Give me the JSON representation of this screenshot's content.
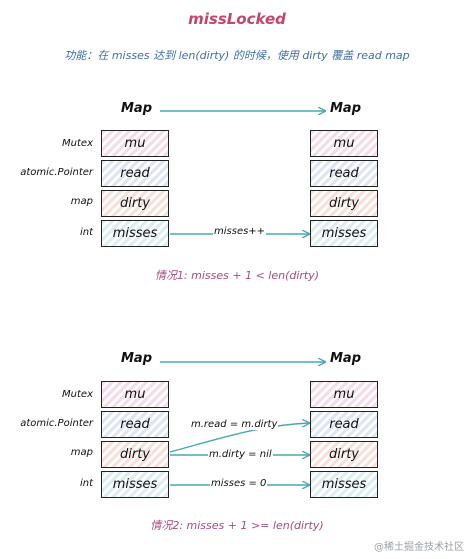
{
  "title": "missLocked",
  "description": "功能：在 misses 达到 len(dirty) 的时候，使用 dirty 覆盖 read map",
  "row_labels": [
    "Mutex",
    "atomic.Pointer",
    "map",
    "int"
  ],
  "map_label": "Map",
  "cells": [
    "mu",
    "read",
    "dirty",
    "misses"
  ],
  "case1": {
    "arrow_label": "misses++",
    "caption": "情况1: misses + 1 < len(dirty)"
  },
  "case2": {
    "arrow_labels": [
      "m.read = m.dirty",
      "m.dirty = nil",
      "misses = 0"
    ],
    "caption": "情况2: misses + 1 >= len(dirty)"
  },
  "watermark": "@稀土掘金技术社区",
  "colors": {
    "title": "#c4466a",
    "description": "#3e6fa8",
    "caption": "#a64d82",
    "arrow": "#4aa8b0"
  }
}
